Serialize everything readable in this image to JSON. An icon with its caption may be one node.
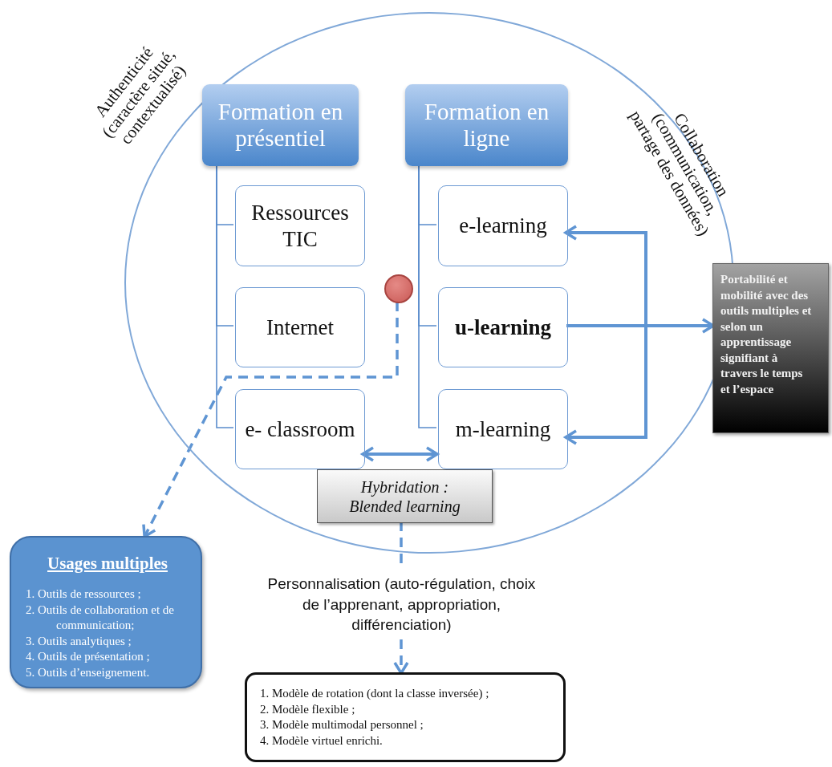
{
  "diagram": {
    "nodes": [
      {
        "text": [],
        "shape": "circle"
      },
      {
        "text": [
          "Formation en présentiel"
        ],
        "in": 0
      },
      {
        "text": [
          "Formation en ligne"
        ],
        "in": 0
      },
      {
        "text": [
          "Ressources TIC"
        ],
        "in": 0
      },
      {
        "text": [
          "Internet"
        ],
        "in": 0
      },
      {
        "text": [
          "e- classroom"
        ],
        "in": 0
      },
      {
        "text": [
          "e-learning"
        ],
        "in": 0
      },
      {
        "text": [
          "u-learning"
        ],
        "in": 0
      },
      {
        "text": [
          "m-learning"
        ],
        "in": 0
      },
      {
        "text": [],
        "shape": "circle",
        "in": 0
      },
      {
        "text": [
          "Hybridation : Blended learning"
        ],
        "in": 0
      },
      {
        "text": [
          "Portabilité et mobilité avec des outils multiples et selon un apprentissage signifiant à travers le temps et l’espace"
        ]
      },
      {
        "text": [
          "Usages multiples",
          "1. Outils de ressources ;",
          "2. Outils de collaboration et de communication;",
          "3. Outils analytiques ;",
          "4. Outils de présentation ;",
          "5. Outils d’enseignement."
        ]
      },
      {
        "text": [
          "Personnalisation (auto-régulation, choix de l’apprenant, appropriation, différenciation)"
        ]
      },
      {
        "text": [
          "1. Modèle de rotation (dont la classe inversée) ;",
          "2. Modèle flexible ;",
          "3. Modèle multimodal personnel ;",
          "4. Modèle virtuel enrichi."
        ]
      }
    ],
    "edges": [
      {
        "from": 1,
        "to": 3,
        "arrow": "none"
      },
      {
        "from": 1,
        "to": 4,
        "arrow": "none"
      },
      {
        "from": 1,
        "to": 5,
        "arrow": "none"
      },
      {
        "from": 2,
        "to": 6,
        "arrow": "none"
      },
      {
        "from": 2,
        "to": 7,
        "arrow": "none"
      },
      {
        "from": 2,
        "to": 8,
        "arrow": "none"
      },
      {
        "from": 9,
        "to": 12,
        "arrow": "to",
        "style": "dashed"
      },
      {
        "from": 7,
        "to": 11,
        "arrow": "to",
        "style": "thick"
      },
      {
        "from": 6,
        "to": 8,
        "arrow": "both",
        "style": "thick"
      },
      {
        "from": 5,
        "to": 8,
        "arrow": "both",
        "style": "thick"
      },
      {
        "from": 10,
        "to": 13,
        "arrow": "none",
        "style": "dashed"
      },
      {
        "from": 13,
        "to": 14,
        "arrow": "to",
        "style": "dashed"
      }
    ],
    "labels": [
      "Authenticité (caractère situé, contextualisé)",
      "Collaboration (communication, partage des données)"
    ]
  }
}
